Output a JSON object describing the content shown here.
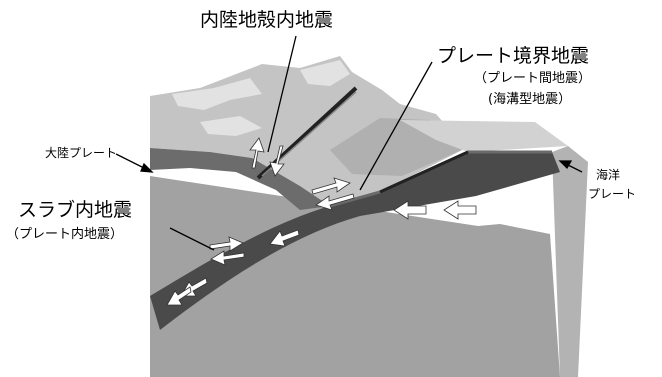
{
  "labels": {
    "inland_crustal": "内陸地殻内地震",
    "plate_boundary": "プレート境界地震",
    "plate_boundary_sub1": "（プレート間地震）",
    "plate_boundary_sub2": "(海溝型地震）",
    "continental_plate": "大陸プレート",
    "oceanic_plate_1": "海洋",
    "oceanic_plate_2": "プレート",
    "slab": "スラブ内地震",
    "slab_sub": "（プレート内地震）"
  },
  "colors": {
    "land_surface": "#c6c6c6",
    "land_highlight": "#e4e4e4",
    "mantle_front": "#a4a4a4",
    "continental_crust": "#6e6e6e",
    "slab": "#4c4c4c",
    "ocean_block_front": "#8e8e8e",
    "ocean_block_side": "#b5b5b5",
    "sea_floor": "#d2d2d2",
    "arrow": "#ffffff"
  }
}
